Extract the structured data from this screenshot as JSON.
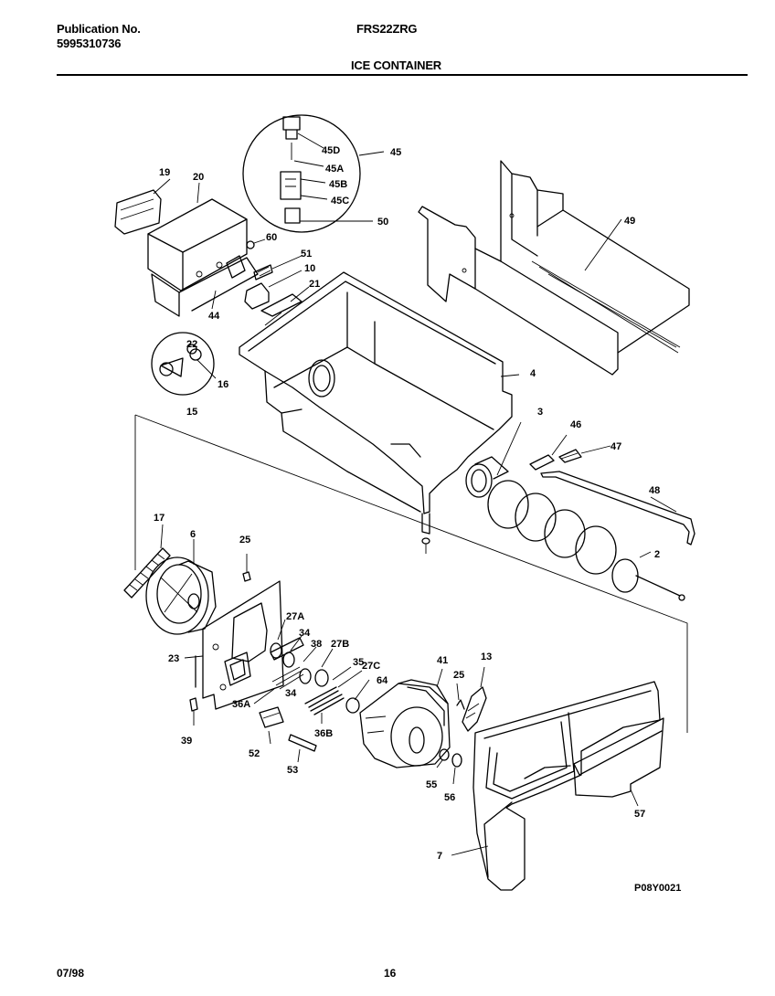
{
  "header": {
    "publication_label": "Publication No.",
    "publication_number": "5995310736",
    "model": "FRS22ZRG",
    "section_title": "ICE CONTAINER"
  },
  "footer": {
    "date": "07/98",
    "page": "16"
  },
  "drawing_id": "P08Y0021",
  "callouts": [
    {
      "id": "45D",
      "text": "45D"
    },
    {
      "id": "45",
      "text": "45"
    },
    {
      "id": "45A",
      "text": "45A"
    },
    {
      "id": "45B",
      "text": "45B"
    },
    {
      "id": "45C",
      "text": "45C"
    },
    {
      "id": "50",
      "text": "50"
    },
    {
      "id": "19",
      "text": "19"
    },
    {
      "id": "20",
      "text": "20"
    },
    {
      "id": "49",
      "text": "49"
    },
    {
      "id": "60",
      "text": "60"
    },
    {
      "id": "51",
      "text": "51"
    },
    {
      "id": "10",
      "text": "10"
    },
    {
      "id": "21",
      "text": "21"
    },
    {
      "id": "44",
      "text": "44"
    },
    {
      "id": "4",
      "text": "4"
    },
    {
      "id": "22",
      "text": "22"
    },
    {
      "id": "16",
      "text": "16"
    },
    {
      "id": "15",
      "text": "15"
    },
    {
      "id": "3",
      "text": "3"
    },
    {
      "id": "46",
      "text": "46"
    },
    {
      "id": "47",
      "text": "47"
    },
    {
      "id": "48",
      "text": "48"
    },
    {
      "id": "2",
      "text": "2"
    },
    {
      "id": "17",
      "text": "17"
    },
    {
      "id": "6",
      "text": "6"
    },
    {
      "id": "25",
      "text": "25"
    },
    {
      "id": "27A",
      "text": "27A"
    },
    {
      "id": "34a",
      "text": "34"
    },
    {
      "id": "38",
      "text": "38"
    },
    {
      "id": "27B",
      "text": "27B"
    },
    {
      "id": "23",
      "text": "23"
    },
    {
      "id": "35",
      "text": "35"
    },
    {
      "id": "34b",
      "text": "34"
    },
    {
      "id": "27C",
      "text": "27C"
    },
    {
      "id": "41",
      "text": "41"
    },
    {
      "id": "25b",
      "text": "25"
    },
    {
      "id": "13",
      "text": "13"
    },
    {
      "id": "64",
      "text": "64"
    },
    {
      "id": "36A",
      "text": "36A"
    },
    {
      "id": "36B",
      "text": "36B"
    },
    {
      "id": "39",
      "text": "39"
    },
    {
      "id": "52",
      "text": "52"
    },
    {
      "id": "53",
      "text": "53"
    },
    {
      "id": "55",
      "text": "55"
    },
    {
      "id": "56",
      "text": "56"
    },
    {
      "id": "57",
      "text": "57"
    },
    {
      "id": "7",
      "text": "7"
    }
  ]
}
